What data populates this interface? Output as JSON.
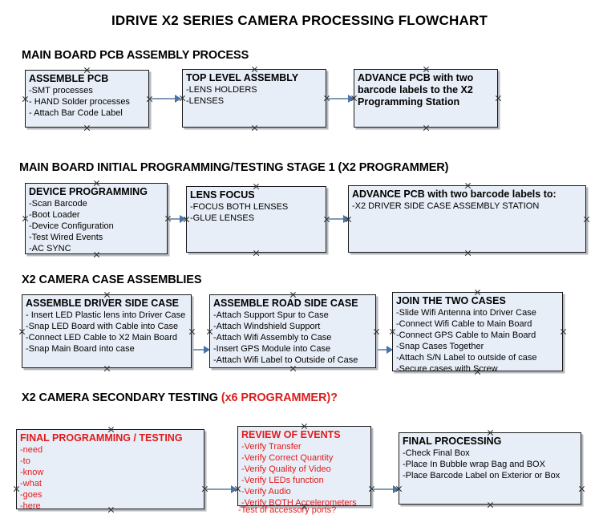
{
  "document": {
    "title": "IDRIVE X2  SERIES CAMERA PROCESSING FLOWCHART"
  },
  "colors": {
    "box_fill": "#e8eef7",
    "box_border": "#1a1a1a",
    "connector": "#7f9ab5",
    "arrow_head": "#4a73a8",
    "accent_red": "#e01b1b",
    "text": "#000000",
    "background": "#ffffff"
  },
  "sections": [
    {
      "id": "main-board-pcb-assembly",
      "header": "MAIN BOARD PCB ASSEMBLY PROCESS",
      "header_accent": "",
      "boxes": [
        {
          "id": "assemble-pcb",
          "title": "ASSEMBLE PCB",
          "lines": [
            "-SMT processes",
            "- HAND Solder processes",
            "- Attach Bar Code Label"
          ]
        },
        {
          "id": "top-level-assembly",
          "title": "TOP LEVEL ASSEMBLY",
          "lines": [
            "-LENS HOLDERS",
            "-LENSES"
          ]
        },
        {
          "id": "advance-pcb-to-x2-programming-station",
          "title": "ADVANCE PCB with two barcode labels to the  X2 Programming Station",
          "lines": []
        }
      ]
    },
    {
      "id": "main-board-initial-programming",
      "header": "MAIN BOARD INITIAL PROGRAMMING/TESTING STAGE 1 (X2 PROGRAMMER)",
      "header_accent": "",
      "boxes": [
        {
          "id": "device-programming",
          "title": "DEVICE PROGRAMMING",
          "lines": [
            "-Scan Barcode",
            "-Boot Loader",
            "-Device Configuration",
            "-Test Wired Events",
            "-AC SYNC"
          ]
        },
        {
          "id": "lens-focus",
          "title": "LENS FOCUS",
          "lines": [
            "-FOCUS BOTH LENSES",
            "-GLUE LENSES"
          ]
        },
        {
          "id": "advance-pcb-to-driver-side-case-station",
          "title": "ADVANCE PCB with two barcode labels to:",
          "lines": [
            "-X2 DRIVER  SIDE  CASE  ASSEMBLY STATION"
          ]
        }
      ]
    },
    {
      "id": "x2-camera-case-assemblies",
      "header": "X2 CAMERA CASE ASSEMBLIES",
      "header_accent": "",
      "boxes": [
        {
          "id": "assemble-driver-side-case",
          "title": "ASSEMBLE DRIVER SIDE CASE",
          "lines": [
            "- Insert LED Plastic lens into Driver Case",
            "-Snap LED Board with Cable into Case",
            "-Connect LED Cable to X2 Main Board",
            "-Snap Main Board into case"
          ]
        },
        {
          "id": "assemble-road-side-case",
          "title": "ASSEMBLE ROAD SIDE CASE",
          "lines": [
            "-Attach Support Spur to Case",
            "-Attach Windshield Support",
            "-Attach Wifi Assembly to Case",
            "-Insert GPS Module into Case",
            "-Attach Wifi Label to Outside of Case"
          ]
        },
        {
          "id": "join-the-two-cases",
          "title": "JOIN THE TWO CASES",
          "lines": [
            "-Slide Wifi Antenna into Driver Case",
            "-Connect Wifi Cable to Main Board",
            "-Connect GPS Cable to Main Board",
            "-Snap Cases Together",
            "-Attach S/N Label to outside of case",
            "-Secure cases with Screw"
          ]
        }
      ]
    },
    {
      "id": "x2-camera-secondary-testing",
      "header": "X2 CAMERA SECONDARY TESTING ",
      "header_accent": "(x6 PROGRAMMER)?",
      "boxes": [
        {
          "id": "final-programming-testing",
          "title": "FINAL PROGRAMMING / TESTING",
          "lines": [
            "-need",
            "-to",
            "-know",
            "-what",
            "-goes",
            "-here"
          ]
        },
        {
          "id": "review-of-events",
          "title": "REVIEW OF EVENTS",
          "lines": [
            "-Verify Transfer",
            "-Verify Correct Quantity",
            "-Verify Quality of Video",
            "-Verify LEDs function",
            "-Verify Audio",
            "-Verify BOTH Accelerometers"
          ],
          "overflow_line": "-Test of accessory ports?"
        },
        {
          "id": "final-processing",
          "title": "FINAL PROCESSING",
          "lines": [
            "-Check Final Box",
            "-Place In Bubble wrap Bag and BOX",
            "-Place Barcode Label on Exterior or Box"
          ]
        }
      ]
    }
  ]
}
